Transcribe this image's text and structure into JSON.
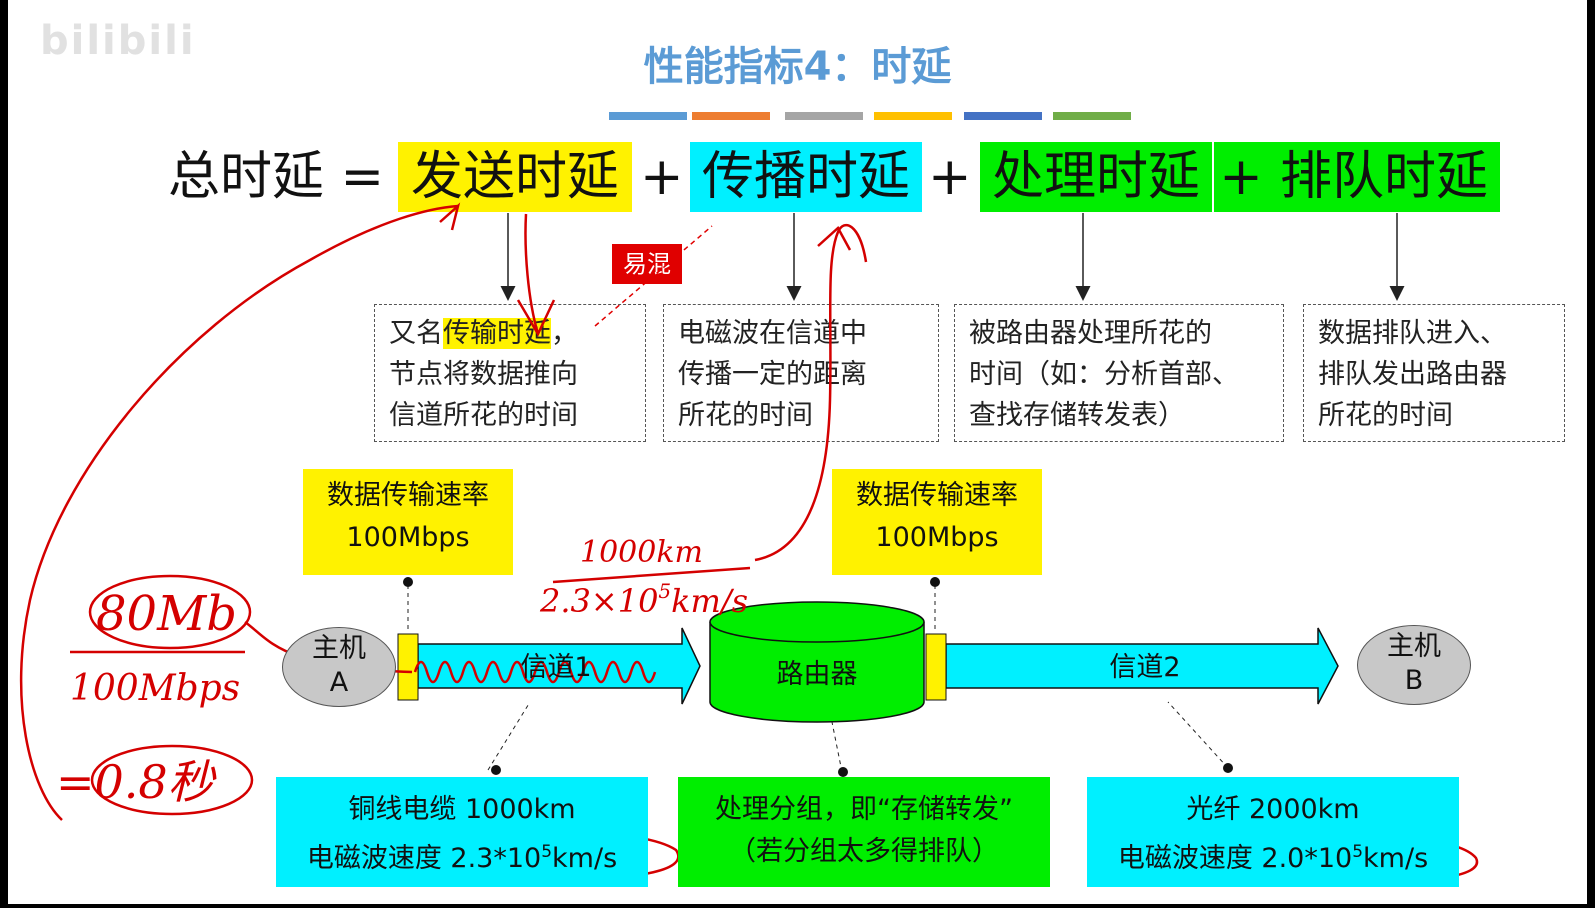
{
  "watermark": "bilibili",
  "title": "性能指标4：时延",
  "color_bars": [
    "#5b9bd5",
    "#ed7d31",
    "#a5a5a5",
    "#ffc000",
    "#4472c4",
    "#70ad47"
  ],
  "equation": {
    "total": "总时延 =",
    "t1": "发送时延",
    "plus1": "+",
    "t2": "传播时延",
    "plus2": "+",
    "t3": "处理时延",
    "plus3": "+",
    "t4": "排队时延"
  },
  "confuse_label": "易混",
  "descriptions": {
    "d1_prefix": "又名",
    "d1_highlight": "传输时延",
    "d1_rest": "，\n节点将数据推向\n信道所花的时间",
    "d2": "电磁波在信道中\n传播一定的距离\n所花的时间",
    "d3": "被路由器处理所花的\n时间（如：分析首部、\n查找存储转发表）",
    "d4": "数据排队进入、\n排队发出路由器\n所花的时间"
  },
  "rate_boxes": {
    "left_line1": "数据传输速率",
    "left_line2": "100Mbps",
    "right_line1": "数据传输速率",
    "right_line2": "100Mbps"
  },
  "network": {
    "host_a_line1": "主机",
    "host_a_line2": "A",
    "host_b_line1": "主机",
    "host_b_line2": "B",
    "channel1": "信道1",
    "channel2": "信道2",
    "router": "路由器"
  },
  "bottom": {
    "left_line1": "铜线电缆 1000km",
    "left_line2_a": "电磁波速度 2.3*10",
    "left_line2_sup": "5",
    "left_line2_b": "km/s",
    "center_line1": "处理分组，即“存储转发”",
    "center_line2": "（若分组太多得排队）",
    "right_line1": "光纤 2000km",
    "right_line2_a": "电磁波速度 2.0*10",
    "right_line2_sup": "5",
    "right_line2_b": "km/s"
  },
  "handwriting": {
    "size": "80Mb",
    "rate": "100Mbps",
    "result": "=0.8秒",
    "distance": "1000km",
    "speed_base": "2.3×10",
    "speed_exp": "5",
    "speed_unit": "km/s"
  },
  "colors": {
    "title": "#5b9bd5",
    "yellow": "#fff200",
    "cyan": "#00f0ff",
    "green": "#00ee00",
    "annotation_red": "#d40000"
  }
}
